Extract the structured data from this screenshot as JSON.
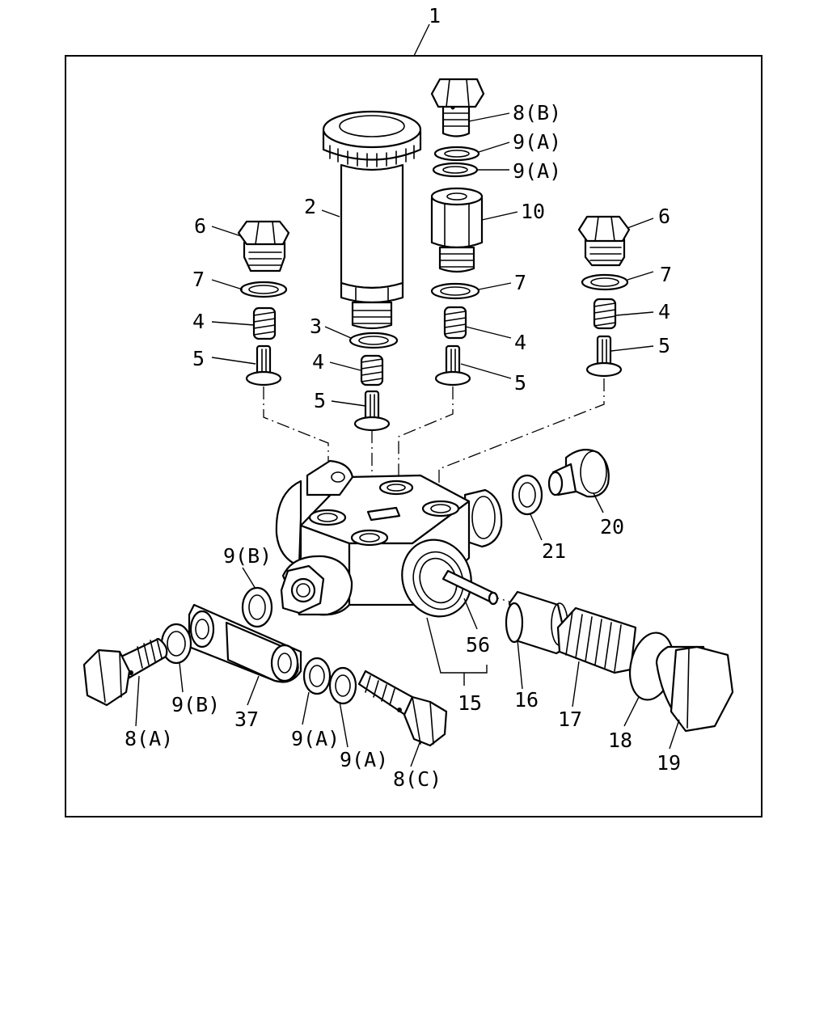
{
  "labels": {
    "assembly": "1",
    "primer_pump": "2",
    "gasket_3": "3",
    "spring_4_left": "4",
    "spring_4_center": "4",
    "spring_4_right_mid": "4",
    "spring_4_right": "4",
    "valve_5_left": "5",
    "valve_5_center": "5",
    "valve_5_right_mid": "5",
    "valve_5_right": "5",
    "plug_6_left": "6",
    "plug_6_right": "6",
    "gasket_7_left": "7",
    "gasket_7_mid": "7",
    "gasket_7_right": "7",
    "bolt_8a": "8(A)",
    "bolt_8b": "8(B)",
    "bolt_8c": "8(C)",
    "washer_9a_top1": "9(A)",
    "washer_9a_top2": "9(A)",
    "washer_9a_low1": "9(A)",
    "washer_9a_low2": "9(A)",
    "washer_9b_top": "9(B)",
    "washer_9b_low": "9(B)",
    "connector_10": "10",
    "body_15": "15",
    "part_16": "16",
    "spring_17": "17",
    "gasket_18": "18",
    "plug_19": "19",
    "plug_20": "20",
    "gasket_21": "21",
    "eye_joint_37": "37",
    "pin_56": "56"
  }
}
